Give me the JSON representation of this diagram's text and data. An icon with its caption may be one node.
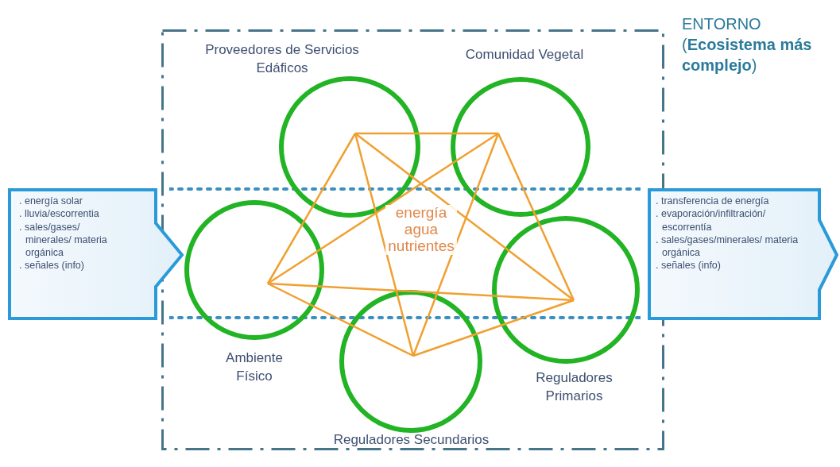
{
  "diagram": {
    "nodes": [
      {
        "text": [
          "ENTORNO (**Ecosistema más complejo**)"
        ]
      },
      {
        "text": [
          "Proveedores de Servicios Edáficos"
        ],
        "in": 0
      },
      {
        "text": [
          "Comunidad Vegetal"
        ],
        "in": 0
      },
      {
        "text": [
          "Ambiente Físico"
        ],
        "in": 0
      },
      {
        "text": [
          "Reguladores Secundarios"
        ],
        "in": 0
      },
      {
        "text": [
          "Reguladores Primarios"
        ],
        "in": 0
      },
      {
        "text": [
          ". energía solar",
          ". lluvia/escorrentia",
          ". sales/gases/ minerales/ materia orgánica",
          ". señales (info)"
        ]
      },
      {
        "text": [
          ". transferencia de energía",
          ". evaporación/infiltración/ escorrentía",
          ". sales/gases/minerales/ materia orgánica",
          ". señales (info)"
        ]
      }
    ],
    "edges": [
      {
        "from": 1,
        "to": 2,
        "arrow": "none"
      },
      {
        "from": 1,
        "to": 3,
        "arrow": "none"
      },
      {
        "from": 1,
        "to": 4,
        "arrow": "none"
      },
      {
        "from": 1,
        "to": 5,
        "arrow": "none"
      },
      {
        "from": 2,
        "to": 3,
        "arrow": "none"
      },
      {
        "from": 2,
        "to": 4,
        "arrow": "none"
      },
      {
        "from": 2,
        "to": 5,
        "arrow": "none"
      },
      {
        "from": 3,
        "to": 4,
        "arrow": "none"
      },
      {
        "from": 3,
        "to": 5,
        "arrow": "none"
      },
      {
        "from": 4,
        "to": 5,
        "arrow": "none"
      }
    ],
    "labels": [
      "energía agua nutrientes"
    ]
  }
}
